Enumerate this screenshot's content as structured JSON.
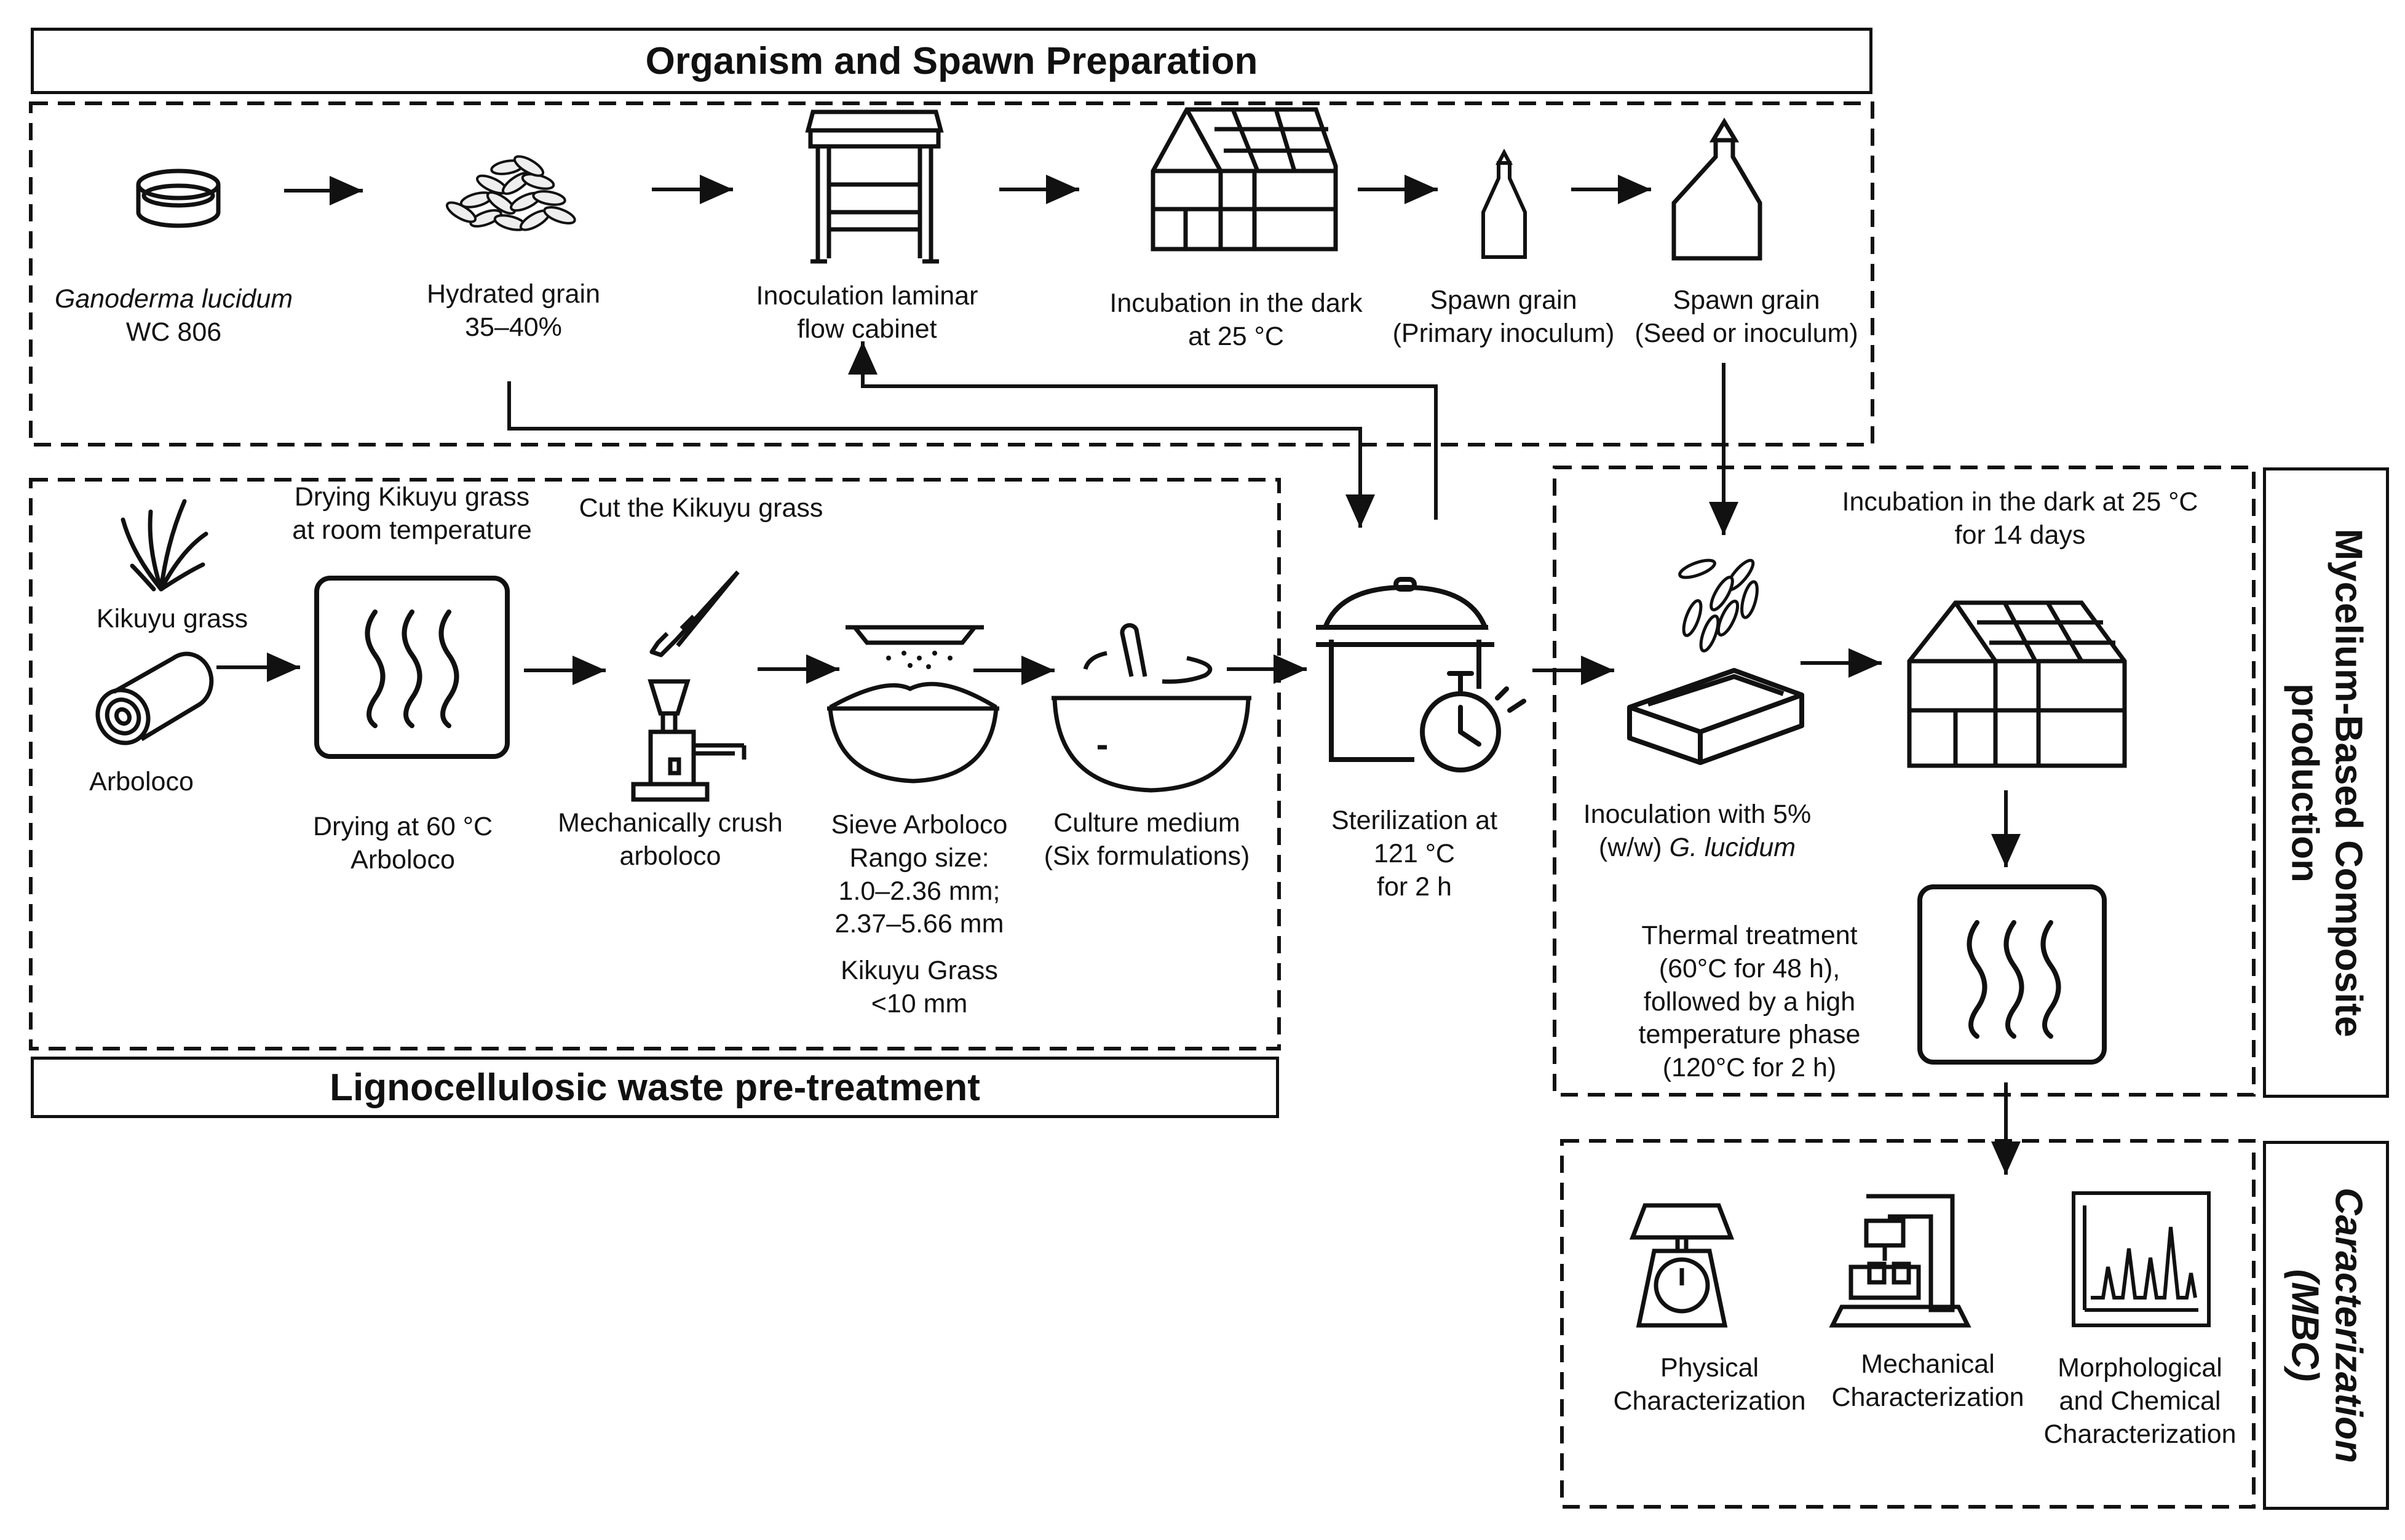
{
  "sections": {
    "spawn_title": "Organism and Spawn Preparation",
    "waste_title": "Lignocellulosic waste pre-treatment",
    "composite_title": [
      "Mycelium-Based Composite",
      "production"
    ],
    "characterization_title": [
      "Caracterization",
      "(MBC)"
    ]
  },
  "spawn_steps": {
    "organism": {
      "line1": "Ganoderma lucidum",
      "line2": "WC 806"
    },
    "hydrated": {
      "line1": "Hydrated grain",
      "line2": "35–40%"
    },
    "cabinet": {
      "line1": "Inoculation laminar",
      "line2": "flow cabinet"
    },
    "incubation": {
      "line1": "Incubation in the dark",
      "line2": "at 25 °C"
    },
    "spawn_primary": {
      "line1": "Spawn grain",
      "line2": "(Primary inoculum)"
    },
    "spawn_seed": {
      "line1": "Spawn grain",
      "line2": "(Seed or inoculum)"
    }
  },
  "waste_steps": {
    "kikuyu": "Kikuyu grass",
    "arboloco": "Arboloco",
    "drying_grass": {
      "line1": "Drying Kikuyu grass",
      "line2": "at room temperature"
    },
    "cut_grass": "Cut the Kikuyu grass",
    "drying_60": {
      "line1": "Drying at 60 °C",
      "line2": "Arboloco"
    },
    "crush": {
      "line1": "Mechanically crush",
      "line2": "arboloco"
    },
    "sieve": {
      "line1": "Sieve Arboloco",
      "line2": "Rango size:",
      "line3": "1.0–2.36 mm;",
      "line4": "2.37–5.66 mm"
    },
    "kikuyu_size": {
      "line1": "Kikuyu Grass",
      "line2": "<10 mm"
    },
    "culture": {
      "line1": "Culture medium",
      "line2": "(Six formulations)"
    },
    "sterilization": {
      "line1": "Sterilization at",
      "line2": "121 °C",
      "line3": "for 2 h"
    }
  },
  "composite_steps": {
    "incubation14": {
      "line1": "Incubation in the dark at 25 °C",
      "line2": "for 14 days"
    },
    "inoculation": {
      "line1": "Inoculation with 5%",
      "line2_a": "(w/w) ",
      "line2_b": "G. lucidum"
    },
    "thermal": {
      "line1": "Thermal treatment",
      "line2": "(60°C for 48 h),",
      "line3": "followed by a high",
      "line4": "temperature phase",
      "line5": "(120°C for 2 h)"
    }
  },
  "characterization_steps": {
    "physical": {
      "line1": "Physical",
      "line2": "Characterization"
    },
    "mechanical": {
      "line1": "Mechanical",
      "line2": "Characterization"
    },
    "morph": {
      "line1": "Morphological",
      "line2": "and Chemical",
      "line3": "Characterization"
    }
  },
  "colors": {
    "ink": "#111111",
    "background": "#ffffff"
  },
  "icons": [
    "petri-dish-icon",
    "grain-pile-icon",
    "flow-cabinet-icon",
    "greenhouse-icon",
    "small-bottle-icon",
    "large-bottle-icon",
    "grass-icon",
    "log-icon",
    "drying-oven-icon",
    "knife-icon",
    "grinder-icon",
    "sieve-bowl-icon",
    "mixing-bowl-icon",
    "sterilizer-pot-icon",
    "stopwatch-icon",
    "seeds-icon",
    "tray-icon",
    "scale-icon",
    "microscope-icon",
    "spectrum-chart-icon"
  ]
}
